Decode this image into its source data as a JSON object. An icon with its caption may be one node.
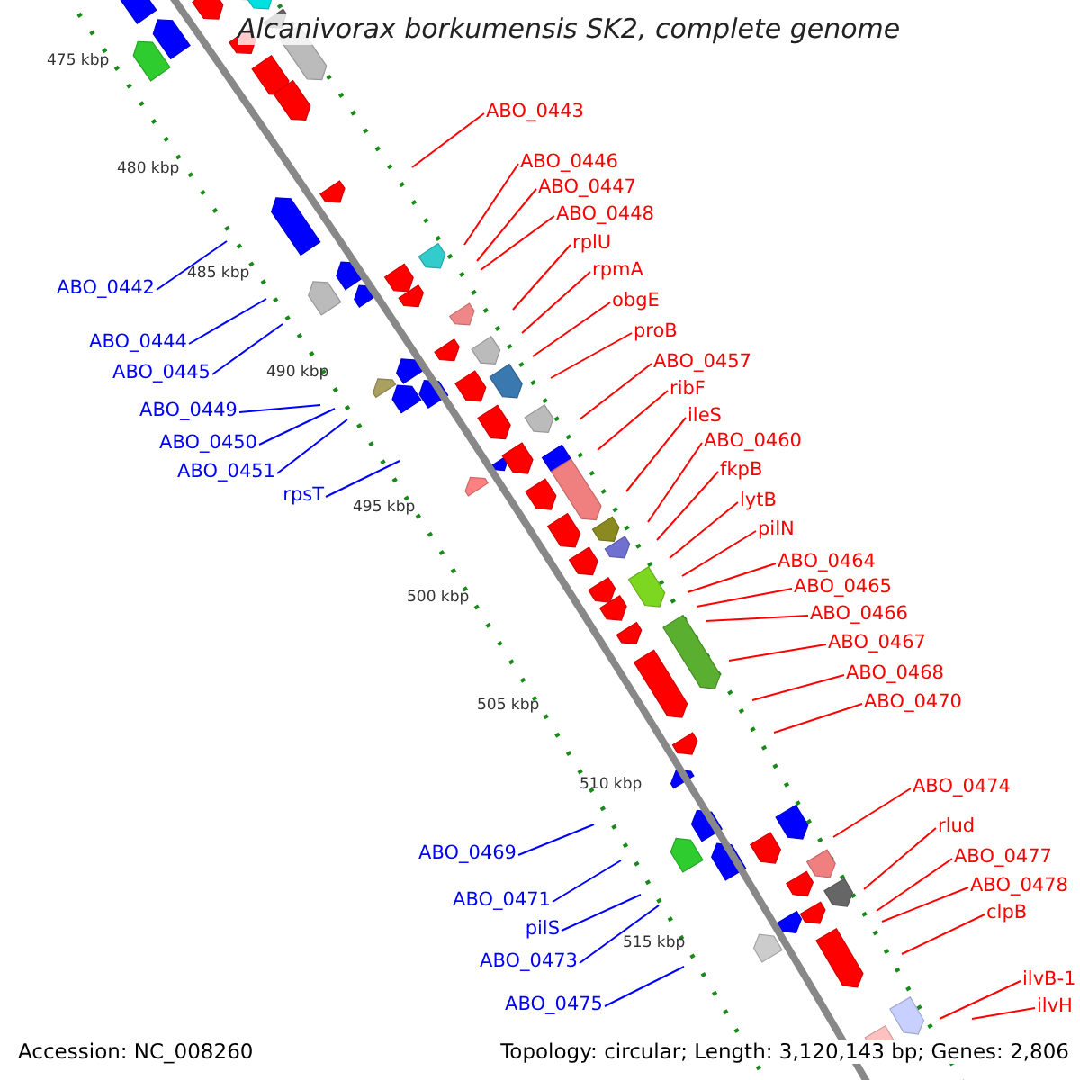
{
  "diagram": {
    "title": "Alcanivorax borkumensis SK2, complete genome",
    "nodes": [
      {
        "text": [
          "ABO_0443"
        ]
      },
      {
        "text": [
          "ABO_0446"
        ]
      },
      {
        "text": [
          "ABO_0447"
        ]
      },
      {
        "text": [
          "ABO_0448"
        ]
      },
      {
        "text": [
          "rplU"
        ]
      },
      {
        "text": [
          "rpmA"
        ]
      },
      {
        "text": [
          "obgE"
        ]
      },
      {
        "text": [
          "proB"
        ]
      },
      {
        "text": [
          "ABO_0457"
        ]
      },
      {
        "text": [
          "ribF"
        ]
      },
      {
        "text": [
          "ileS"
        ]
      },
      {
        "text": [
          "ABO_0460"
        ]
      },
      {
        "text": [
          "fkpB"
        ]
      },
      {
        "text": [
          "lytB"
        ]
      },
      {
        "text": [
          "pilN"
        ]
      },
      {
        "text": [
          "ABO_0464"
        ]
      },
      {
        "text": [
          "ABO_0465"
        ]
      },
      {
        "text": [
          "ABO_0466"
        ]
      },
      {
        "text": [
          "ABO_0467"
        ]
      },
      {
        "text": [
          "ABO_0468"
        ]
      },
      {
        "text": [
          "ABO_0470"
        ]
      },
      {
        "text": [
          "ABO_0474"
        ]
      },
      {
        "text": [
          "rlud"
        ]
      },
      {
        "text": [
          "ABO_0477"
        ]
      },
      {
        "text": [
          "ABO_0478"
        ]
      },
      {
        "text": [
          "clpB"
        ]
      },
      {
        "text": [
          "ilvB-1"
        ]
      },
      {
        "text": [
          "ilvH"
        ]
      },
      {
        "text": [
          "ABO_0442"
        ]
      },
      {
        "text": [
          "ABO_0444"
        ]
      },
      {
        "text": [
          "ABO_0445"
        ]
      },
      {
        "text": [
          "ABO_0449"
        ]
      },
      {
        "text": [
          "ABO_0450"
        ]
      },
      {
        "text": [
          "ABO_0451"
        ]
      },
      {
        "text": [
          "rpsT"
        ]
      },
      {
        "text": [
          "ABO_0469"
        ]
      },
      {
        "text": [
          "ABO_0471"
        ]
      },
      {
        "text": [
          "pilS"
        ]
      },
      {
        "text": [
          "ABO_0473"
        ]
      },
      {
        "text": [
          "ABO_0475"
        ]
      }
    ],
    "edges": [
      {
        "from": 0,
        "to": null,
        "arrow": "none"
      },
      {
        "from": 1,
        "to": null,
        "arrow": "none"
      },
      {
        "from": 2,
        "to": null,
        "arrow": "none"
      },
      {
        "from": 3,
        "to": null,
        "arrow": "none"
      },
      {
        "from": 4,
        "to": null,
        "arrow": "none"
      },
      {
        "from": 5,
        "to": null,
        "arrow": "none"
      },
      {
        "from": 6,
        "to": null,
        "arrow": "none"
      },
      {
        "from": 7,
        "to": null,
        "arrow": "none"
      },
      {
        "from": 8,
        "to": null,
        "arrow": "none"
      },
      {
        "from": 9,
        "to": null,
        "arrow": "none"
      },
      {
        "from": 10,
        "to": null,
        "arrow": "none"
      },
      {
        "from": 11,
        "to": null,
        "arrow": "none"
      },
      {
        "from": 12,
        "to": null,
        "arrow": "none"
      },
      {
        "from": 13,
        "to": null,
        "arrow": "none"
      },
      {
        "from": 14,
        "to": null,
        "arrow": "none"
      },
      {
        "from": 15,
        "to": null,
        "arrow": "none"
      },
      {
        "from": 16,
        "to": null,
        "arrow": "none"
      },
      {
        "from": 17,
        "to": null,
        "arrow": "none"
      },
      {
        "from": 18,
        "to": null,
        "arrow": "none"
      },
      {
        "from": 19,
        "to": null,
        "arrow": "none"
      },
      {
        "from": 20,
        "to": null,
        "arrow": "none"
      },
      {
        "from": 21,
        "to": null,
        "arrow": "none"
      },
      {
        "from": 22,
        "to": null,
        "arrow": "none"
      },
      {
        "from": 23,
        "to": null,
        "arrow": "none"
      },
      {
        "from": 24,
        "to": null,
        "arrow": "none"
      },
      {
        "from": 25,
        "to": null,
        "arrow": "none"
      },
      {
        "from": 26,
        "to": null,
        "arrow": "none"
      },
      {
        "from": 27,
        "to": null,
        "arrow": "none"
      },
      {
        "from": 28,
        "to": null,
        "arrow": "none",
        "color": "#0000ff"
      },
      {
        "from": 29,
        "to": null,
        "arrow": "none",
        "color": "#0000ff"
      },
      {
        "from": 30,
        "to": null,
        "arrow": "none",
        "color": "#0000ff"
      },
      {
        "from": 31,
        "to": null,
        "arrow": "none",
        "color": "#0000ff"
      },
      {
        "from": 32,
        "to": null,
        "arrow": "none",
        "color": "#0000ff"
      },
      {
        "from": 33,
        "to": null,
        "arrow": "none",
        "color": "#0000ff"
      },
      {
        "from": 34,
        "to": null,
        "arrow": "none",
        "color": "#0000ff"
      },
      {
        "from": 35,
        "to": null,
        "arrow": "none",
        "color": "#0000ff"
      },
      {
        "from": 36,
        "to": null,
        "arrow": "none",
        "color": "#0000ff"
      },
      {
        "from": 37,
        "to": null,
        "arrow": "none",
        "color": "#0000ff"
      },
      {
        "from": 38,
        "to": null,
        "arrow": "none",
        "color": "#0000ff"
      },
      {
        "from": 39,
        "to": null,
        "arrow": "none",
        "color": "#0000ff"
      }
    ],
    "labels": [
      "475 kbp",
      "480 kbp",
      "485 kbp",
      "490 kbp",
      "495 kbp",
      "500 kbp",
      "505 kbp",
      "510 kbp",
      "515 kbp",
      "Accession: NC_008260",
      "Topology: circular; Length: 3,120,143 bp; Genes: 2,806"
    ]
  }
}
